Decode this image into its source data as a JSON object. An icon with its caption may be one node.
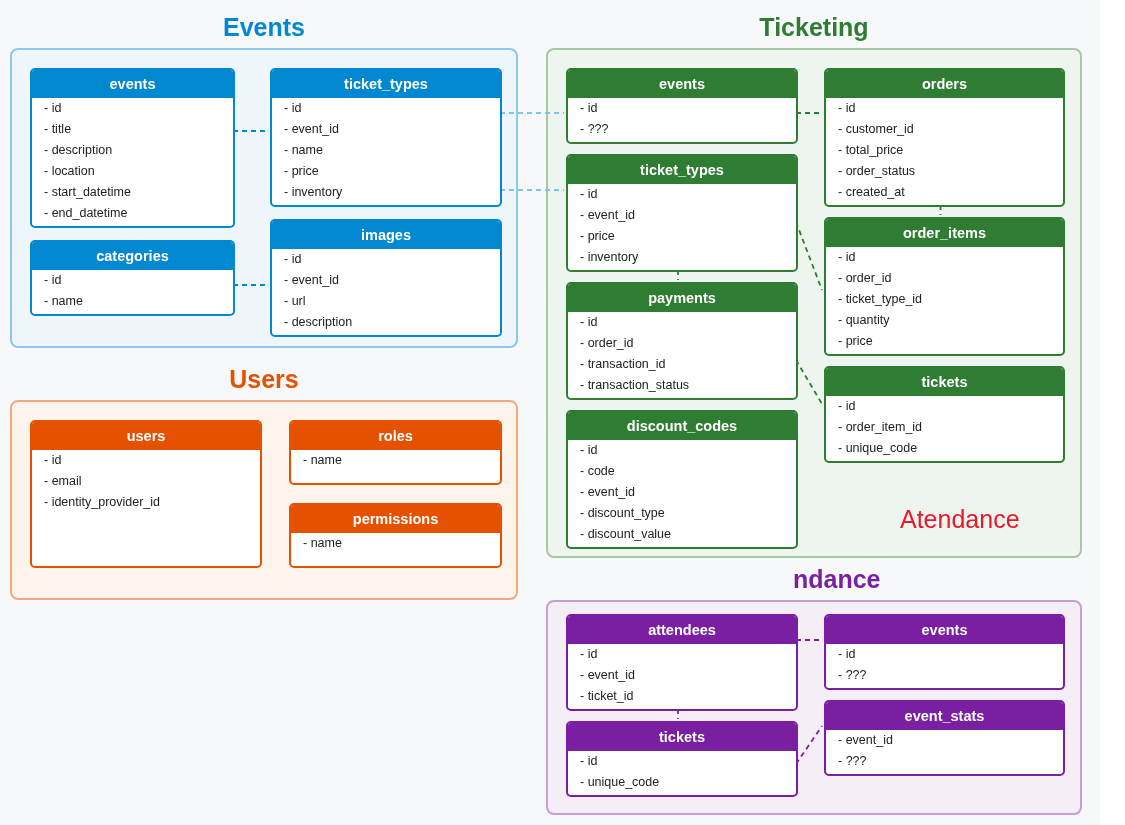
{
  "diagram": {
    "nodes": [
      {
        "text": [
          "Events"
        ]
      },
      {
        "text": [
          "events",
          "- id",
          "- title",
          "- description",
          "- location",
          "- start_datetime",
          "- end_datetime"
        ],
        "in": 0
      },
      {
        "text": [
          "ticket_types",
          "- id",
          "- event_id",
          "- name",
          "- price",
          "- inventory"
        ],
        "in": 0
      },
      {
        "text": [
          "categories",
          "- id",
          "- name"
        ],
        "in": 0
      },
      {
        "text": [
          "images",
          "- id",
          "- event_id",
          "- url",
          "- description"
        ],
        "in": 0
      },
      {
        "text": [
          "Ticketing"
        ]
      },
      {
        "text": [
          "events",
          "- id",
          "- ???"
        ],
        "in": 5
      },
      {
        "text": [
          "orders",
          "- id",
          "- customer_id",
          "- total_price",
          "- order_status",
          "- created_at"
        ],
        "in": 5
      },
      {
        "text": [
          "ticket_types",
          "- id",
          "- event_id",
          "- price",
          "- inventory"
        ],
        "in": 5
      },
      {
        "text": [
          "order_items",
          "- id",
          "- order_id",
          "- ticket_type_id",
          "- quantity",
          "- price"
        ],
        "in": 5
      },
      {
        "text": [
          "payments",
          "- id",
          "- order_id",
          "- transaction_id",
          "- transaction_status"
        ],
        "in": 5
      },
      {
        "text": [
          "tickets",
          "- id",
          "- order_item_id",
          "- unique_code"
        ],
        "in": 5
      },
      {
        "text": [
          "discount_codes",
          "- id",
          "- code",
          "- event_id",
          "- discount_type",
          "- discount_value"
        ],
        "in": 5
      },
      {
        "text": [
          "Users"
        ]
      },
      {
        "text": [
          "users",
          "- id",
          "- email",
          "- identity_provider_id"
        ],
        "in": 13
      },
      {
        "text": [
          "roles",
          "- name"
        ],
        "in": 13
      },
      {
        "text": [
          "permissions",
          "- name"
        ],
        "in": 13
      },
      {
        "text": [
          "ndance"
        ]
      },
      {
        "text": [
          "attendees",
          "- id",
          "- event_id",
          "- ticket_id"
        ],
        "in": 17
      },
      {
        "text": [
          "events",
          "- id",
          "- ???"
        ],
        "in": 17
      },
      {
        "text": [
          "tickets",
          "- id",
          "- unique_code"
        ],
        "in": 17
      },
      {
        "text": [
          "event_stats",
          "- event_id",
          "- ???"
        ],
        "in": 17
      }
    ],
    "edges": [
      {
        "from": 1,
        "to": 2,
        "arrow": "none",
        "style": "dashed",
        "color": "#0288d1"
      },
      {
        "from": 3,
        "to": 4,
        "arrow": "none",
        "style": "dashed",
        "color": "#0288d1"
      },
      {
        "from": 2,
        "to": 6,
        "arrow": "none",
        "style": "dashed",
        "color": "#81c3e8"
      },
      {
        "from": 2,
        "to": 8,
        "arrow": "none",
        "style": "dashed",
        "color": "#81c3e8"
      },
      {
        "from": 6,
        "to": 7,
        "arrow": "none",
        "style": "dashed"
      },
      {
        "from": 7,
        "to": 9,
        "arrow": "none",
        "style": "dashed"
      },
      {
        "from": 8,
        "to": 9,
        "arrow": "none",
        "style": "dashed"
      },
      {
        "from": 8,
        "to": 10,
        "arrow": "none",
        "style": "dashed"
      },
      {
        "from": 10,
        "to": 11,
        "arrow": "none",
        "style": "dashed"
      },
      {
        "from": 18,
        "to": 19,
        "arrow": "none",
        "style": "dashed",
        "color": "#7b1fa2"
      },
      {
        "from": 18,
        "to": 20,
        "arrow": "none",
        "style": "dashed",
        "color": "#7b1fa2"
      },
      {
        "from": 20,
        "to": 21,
        "arrow": "none",
        "style": "dashed",
        "color": "#7b1fa2"
      }
    ],
    "labels": [
      "Atendance"
    ]
  }
}
